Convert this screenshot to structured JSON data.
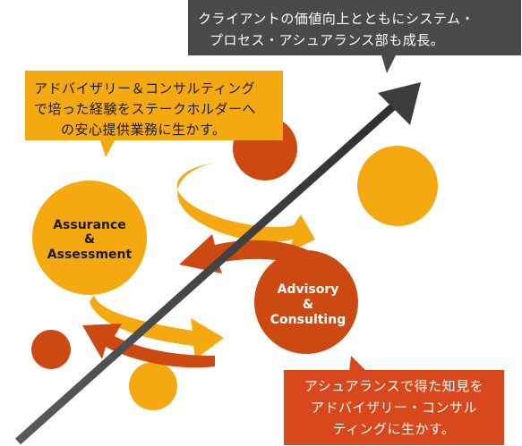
{
  "callouts": {
    "top": {
      "lines": [
        "クライアントの価値向上とともにシステム・",
        "プロセス・アシュアランス部も成長。"
      ],
      "bg_color": "#4a4a4a",
      "text_color": "#ffffff"
    },
    "left": {
      "lines": [
        "アドバイザリー＆コンサルティング",
        "で培った経験をステークホルダーへ",
        "の安心提供業務に生かす。"
      ],
      "bg_color": "#f4a910",
      "text_color": "#1a1a1a"
    },
    "bottom": {
      "lines": [
        "アシュアランスで得た知見を",
        "アドバイザリー・コンサル",
        "ティングに生かす。"
      ],
      "bg_color": "#d9481c",
      "text_color": "#ffffff"
    }
  },
  "nodes": {
    "assurance": {
      "lines": [
        "Assurance",
        "&",
        "Assessment"
      ],
      "color": "#f4a910"
    },
    "advisory": {
      "lines": [
        "Advisory",
        "&",
        "Consulting"
      ],
      "color": "#cc4a12"
    }
  },
  "colors": {
    "orange": "#f4a910",
    "red_orange": "#cc4a12",
    "dark_gray": "#3d3d3d"
  }
}
